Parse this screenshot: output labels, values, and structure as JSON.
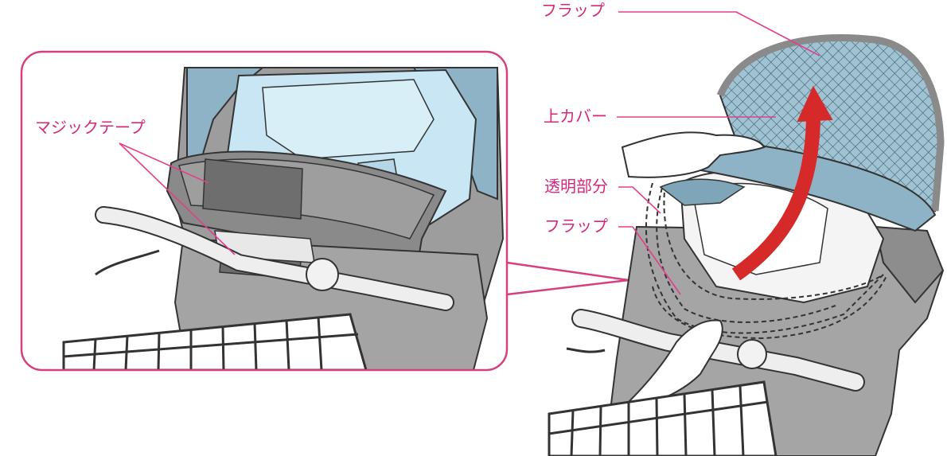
{
  "labels": {
    "magic_tape": "マジックテープ",
    "flap_top": "フラップ",
    "upper_cover": "上カバー",
    "transparent_part": "透明部分",
    "flap_lower": "フラップ"
  },
  "colors": {
    "callout_text": "#d6287a",
    "callout_line": "#e0418a",
    "cover_blue": "#8fb3c6",
    "cover_blue_dark": "#6f95aa",
    "seat_light_blue": "#c8e6f4",
    "body_gray": "#9a9a9a",
    "body_gray_dark": "#7b7b7b",
    "arrow_red": "#d62a2a",
    "inset_border": "#d6407f",
    "line": "#333333"
  },
  "icons": {
    "arrow": "curved-arrow-up",
    "hands": "hand-icon"
  }
}
